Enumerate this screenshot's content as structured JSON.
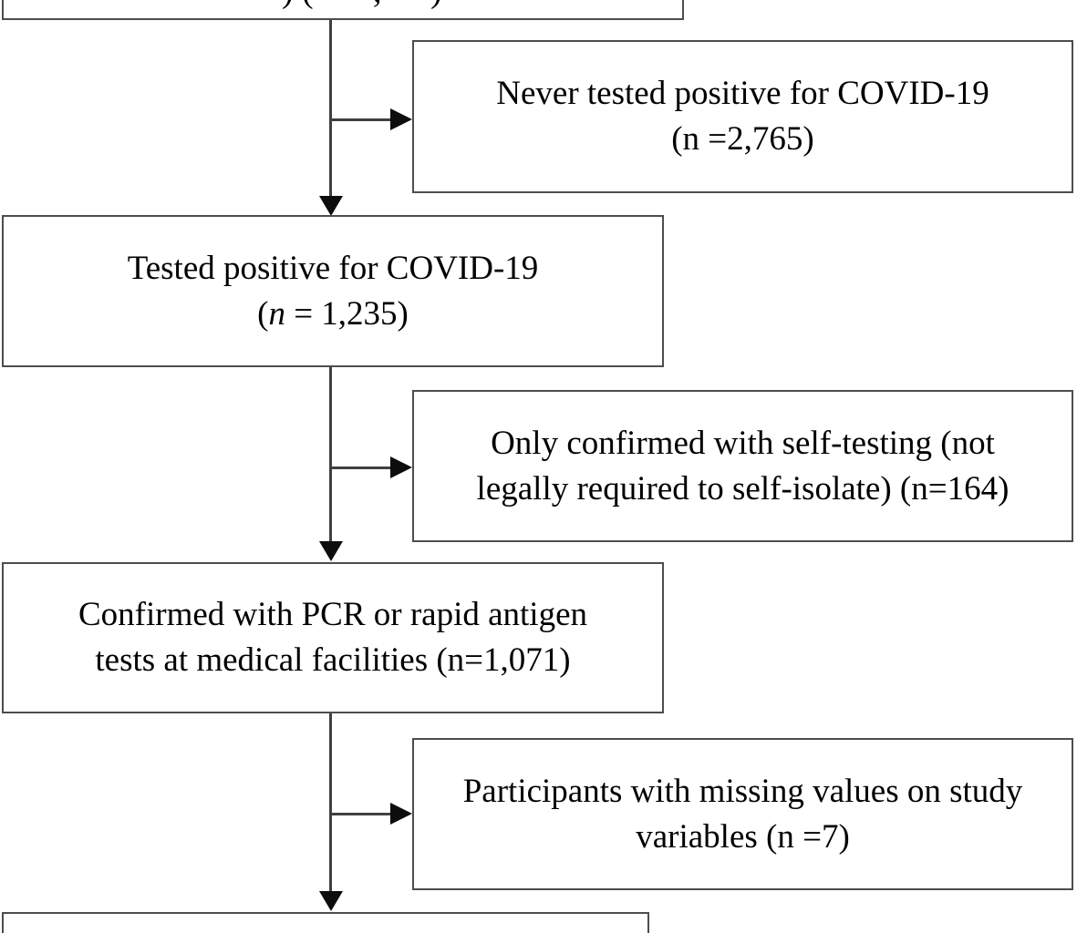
{
  "flow": {
    "top_box_fragments": [
      ")",
      "(",
      ",",
      ")"
    ],
    "boxes": {
      "never_tested": {
        "line1": "Never tested positive for COVID-19",
        "line2": "(n =2,765)"
      },
      "tested_positive": {
        "line1": "Tested positive for COVID-19",
        "paren_open": "(",
        "var": "n",
        "after_var": " = 1,235)"
      },
      "self_testing": {
        "line1": "Only confirmed with self-testing (not",
        "line2": "legally required to self-isolate) (n=164)"
      },
      "pcr_confirmed": {
        "line1": "Confirmed with PCR or rapid antigen",
        "line2": "tests at medical facilities (n=1,071)"
      },
      "missing_values": {
        "line1": "Participants with missing values on study",
        "line2": "variables (n =7)"
      }
    }
  }
}
